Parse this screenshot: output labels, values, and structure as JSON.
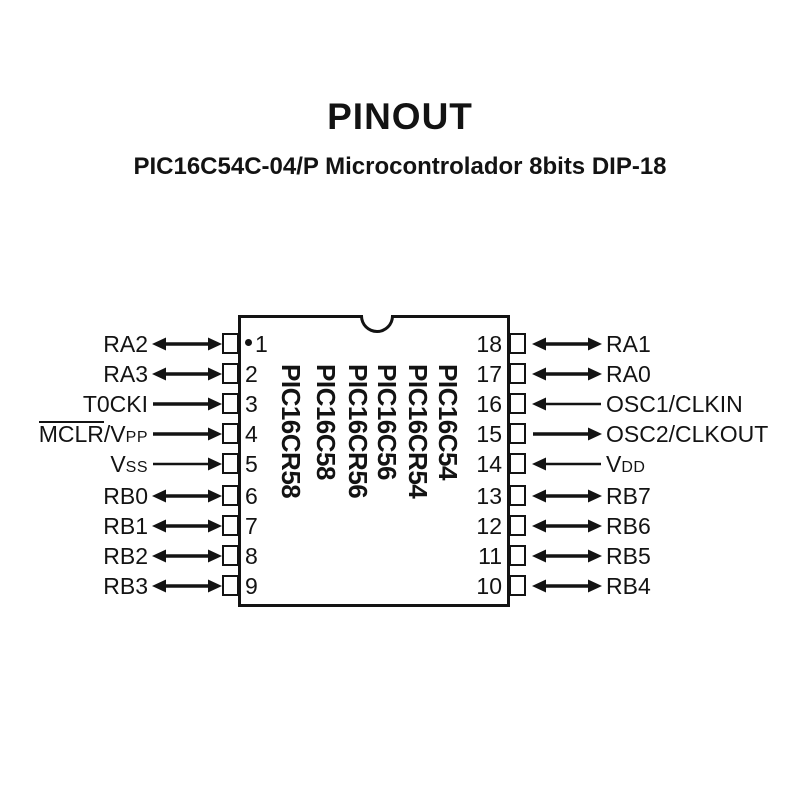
{
  "title": "PINOUT",
  "subtitle": "PIC16C54C-04/P Microcontrolador 8bits DIP-18",
  "colors": {
    "ink": "#131313",
    "background": "#ffffff"
  },
  "chip": {
    "package": "DIP-18",
    "variants": [
      "PIC16CR58",
      "PIC16C58",
      "PIC16CR56",
      "PIC16C56",
      "PIC16CR54",
      "PIC16C54"
    ],
    "left_pins": [
      {
        "number": "1",
        "label": "RA2",
        "dot": true,
        "arrow": "both",
        "weight": "thick"
      },
      {
        "number": "2",
        "label": "RA3",
        "arrow": "both",
        "weight": "thick"
      },
      {
        "number": "3",
        "label": "T0CKI",
        "arrow": "toward-chip",
        "weight": "thick"
      },
      {
        "number": "4",
        "label": "MCLR/VPP",
        "parts": [
          {
            "t": "MCLR",
            "overline": true
          },
          {
            "t": "/V"
          },
          {
            "t": "PP",
            "sub": true
          }
        ],
        "arrow": "toward-chip",
        "weight": "thick"
      },
      {
        "number": "5",
        "label": "VSS",
        "parts": [
          {
            "t": "V"
          },
          {
            "t": "SS",
            "sub": true
          }
        ],
        "arrow": "toward-chip",
        "weight": "thin"
      },
      {
        "number": "6",
        "label": "RB0",
        "arrow": "both",
        "weight": "thick"
      },
      {
        "number": "7",
        "label": "RB1",
        "arrow": "both",
        "weight": "thick"
      },
      {
        "number": "8",
        "label": "RB2",
        "arrow": "both",
        "weight": "thick"
      },
      {
        "number": "9",
        "label": "RB3",
        "arrow": "both",
        "weight": "thick"
      }
    ],
    "right_pins": [
      {
        "number": "18",
        "label": "RA1",
        "arrow": "both",
        "weight": "thick"
      },
      {
        "number": "17",
        "label": "RA0",
        "arrow": "both",
        "weight": "thick"
      },
      {
        "number": "16",
        "label": "OSC1/CLKIN",
        "arrow": "toward-chip",
        "weight": "thin"
      },
      {
        "number": "15",
        "label": "OSC2/CLKOUT",
        "arrow": "away-from-chip",
        "weight": "thick"
      },
      {
        "number": "14",
        "label": "VDD",
        "parts": [
          {
            "t": "V"
          },
          {
            "t": "DD",
            "sub": true
          }
        ],
        "arrow": "toward-chip",
        "weight": "thin"
      },
      {
        "number": "13",
        "label": "RB7",
        "arrow": "both",
        "weight": "thick"
      },
      {
        "number": "12",
        "label": "RB6",
        "arrow": "both",
        "weight": "thick"
      },
      {
        "number": "11",
        "label": "RB5",
        "arrow": "both",
        "weight": "thick"
      },
      {
        "number": "10",
        "label": "RB4",
        "arrow": "both",
        "weight": "thick"
      }
    ]
  }
}
